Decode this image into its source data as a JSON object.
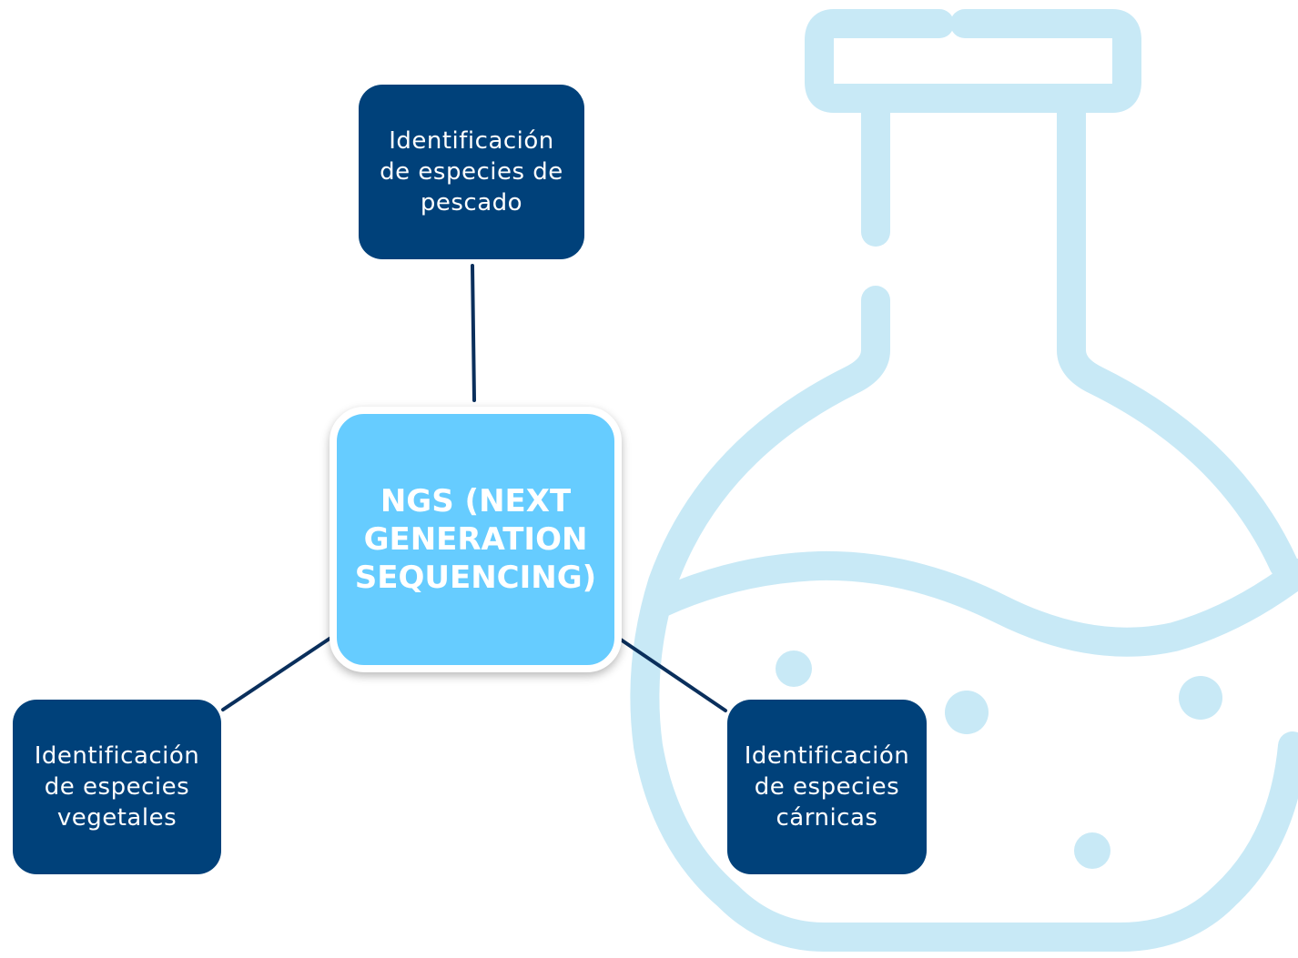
{
  "colors": {
    "dark_node": "#00417a",
    "center_node": "#66ccff",
    "flask": "#c8e9f6",
    "connector": "#0a2f5c",
    "title": "#2e6fa8"
  },
  "icons": {
    "background": "flask-icon"
  },
  "diagram": {
    "center": {
      "label": "NGS (NEXT GENERATION SEQUENCING)"
    },
    "nodes": [
      {
        "id": "top",
        "lines": [
          "Identificación",
          "de especies de",
          "pescado"
        ]
      },
      {
        "id": "left",
        "lines": [
          "Identificación",
          "de especies",
          "vegetales"
        ]
      },
      {
        "id": "right",
        "lines": [
          "Identificación",
          "de especies",
          "cárnicas"
        ]
      }
    ]
  }
}
